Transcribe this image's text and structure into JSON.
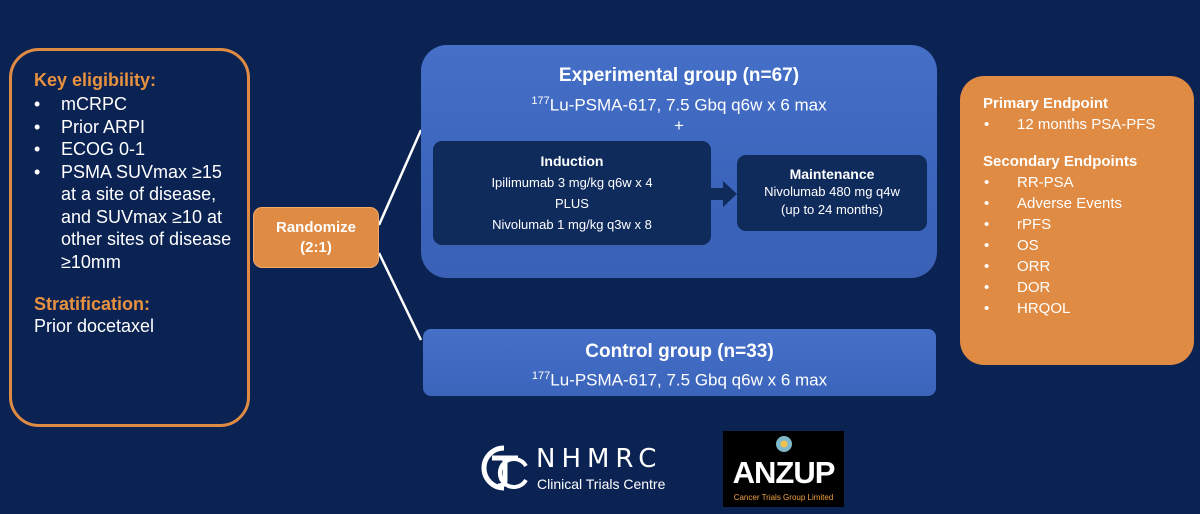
{
  "eligibility": {
    "heading": "Key eligibility:",
    "items": [
      "mCRPC",
      "Prior ARPI",
      "ECOG 0-1",
      "PSMA SUVmax ≥15 at a site of disease, and SUVmax ≥10 at other sites of disease ≥10mm"
    ],
    "stratification_heading": "Stratification:",
    "stratification_value": "Prior docetaxel"
  },
  "randomize": {
    "line1": "Randomize",
    "line2": "(2:1)"
  },
  "experimental": {
    "title": "Experimental group (n=67)",
    "dose_sup": "177",
    "dose_text": "Lu-PSMA-617, 7.5 Gbq q6w x 6 max",
    "plus": "+",
    "induction": {
      "heading": "Induction",
      "line1": "Ipilimumab 3 mg/kg q6w x 4",
      "line2": "PLUS",
      "line3": "Nivolumab 1 mg/kg q3w x 8"
    },
    "maintenance": {
      "heading": "Maintenance",
      "line1": "Nivolumab 480 mg q4w",
      "line2": "(up to 24 months)"
    }
  },
  "control": {
    "title": "Control group (n=33)",
    "dose_sup": "177",
    "dose_text": "Lu-PSMA-617, 7.5 Gbq q6w x 6 max"
  },
  "endpoints": {
    "primary_heading": "Primary Endpoint",
    "primary_items": [
      "12 months PSA-PFS"
    ],
    "secondary_heading": "Secondary Endpoints",
    "secondary_items": [
      "RR-PSA",
      "Adverse Events",
      "rPFS",
      "OS",
      "ORR",
      "DOR",
      "HRQOL"
    ]
  },
  "logos": {
    "nhmrc_word": "NHMRC",
    "nhmrc_sub": "Clinical Trials Centre",
    "anzup_word": "ANZUP",
    "anzup_sub": "Cancer Trials Group Limited"
  },
  "colors": {
    "background": "#0b2353",
    "accent_orange": "#e08b43",
    "group_blue": "#3b64bb",
    "inner_navy": "#0f2b5c"
  }
}
